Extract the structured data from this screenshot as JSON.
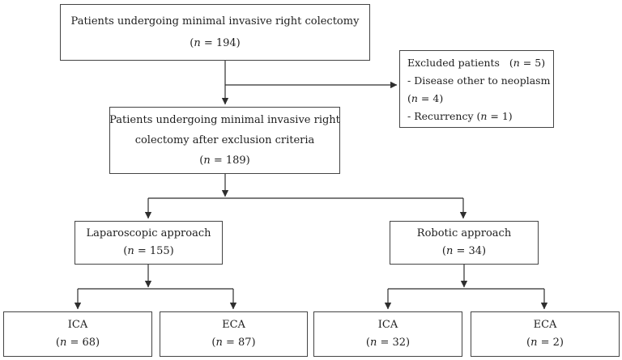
{
  "diagram": {
    "background_color": "#ffffff",
    "line_color": "#2e2e2e",
    "border_color": "#444444",
    "text_color": "#1e1e1e",
    "boxes": {
      "total": {
        "line1": "Patients undergoing minimal invasive right colectomy",
        "n": "(n = 194)"
      },
      "excluded": {
        "line1": "Excluded patients   (n = 5)",
        "line2": "- Disease other to neoplasm",
        "line3": "(n = 4)",
        "line4": "- Recurrency (n = 1)"
      },
      "after_exclusion": {
        "line1": "Patients undergoing minimal invasive right",
        "line2": "colectomy after exclusion criteria",
        "n": "(n = 189)"
      },
      "laparoscopic": {
        "line1": "Laparoscopic approach",
        "n": "(n = 155)"
      },
      "robotic": {
        "line1": "Robotic approach",
        "n": "(n = 34)"
      },
      "lap_ica": {
        "line1": "ICA",
        "n": "(n = 68)"
      },
      "lap_eca": {
        "line1": "ECA",
        "n": "(n = 87)"
      },
      "rob_ica": {
        "line1": "ICA",
        "n": "(n = 32)"
      },
      "rob_eca": {
        "line1": "ECA",
        "n": "(n = 2)"
      }
    }
  }
}
